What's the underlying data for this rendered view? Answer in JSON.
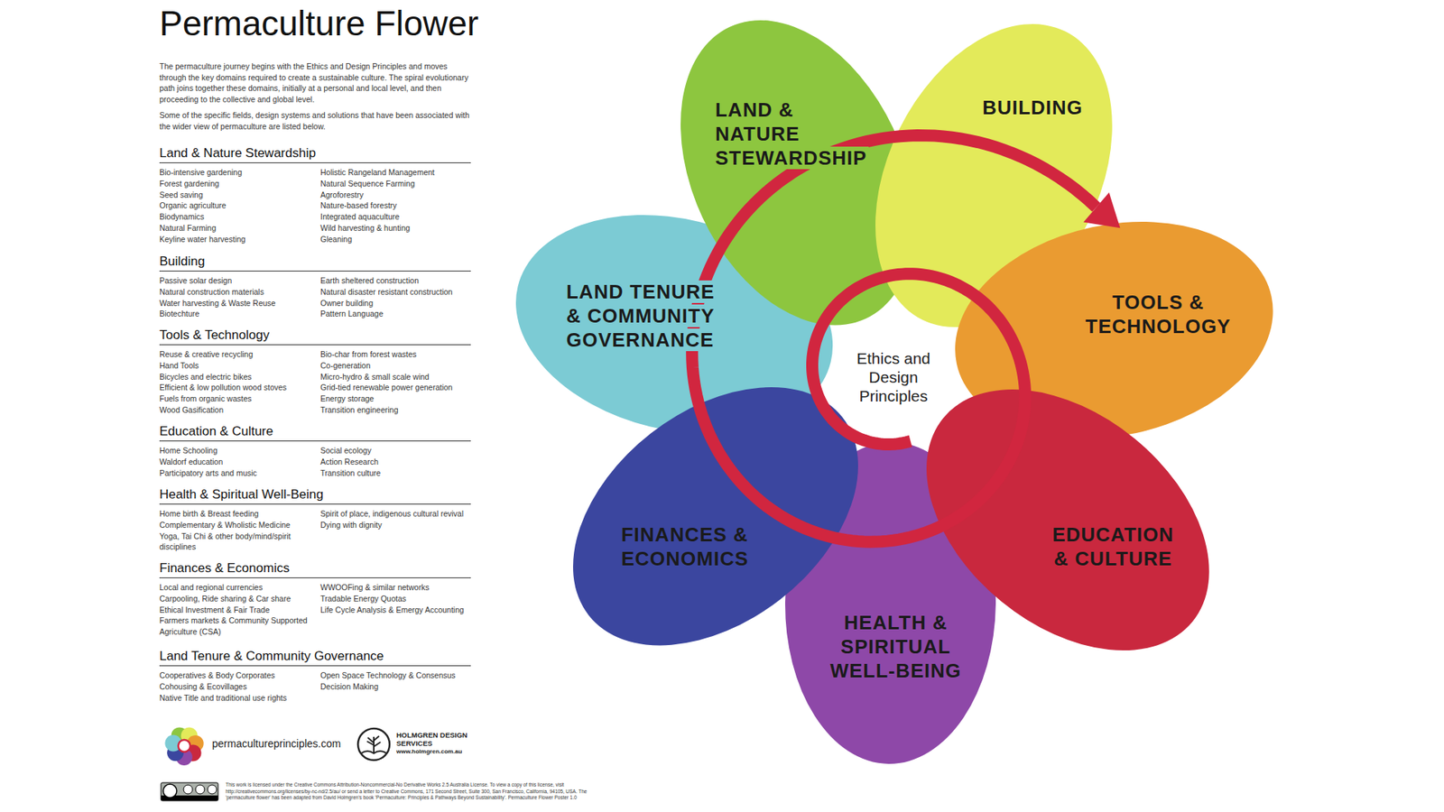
{
  "diagram": {
    "title": "Permaculture Flower",
    "nodes": [
      {
        "text": [
          "Ethics and Design Principles"
        ]
      },
      {
        "text": [
          "LAND & NATURE STEWARDSHIP"
        ]
      },
      {
        "text": [
          "BUILDING"
        ]
      },
      {
        "text": [
          "TOOLS & TECHNOLOGY"
        ]
      },
      {
        "text": [
          "EDUCATION & CULTURE"
        ]
      },
      {
        "text": [
          "HEALTH & SPIRITUAL WELL-BEING"
        ]
      },
      {
        "text": [
          "FINANCES & ECONOMICS"
        ]
      },
      {
        "text": [
          "LAND TENURE & COMMUNITY GOVERNANCE"
        ]
      }
    ],
    "labels": [
      "The permaculture journey begins with the Ethics and Design Principles and moves through the key domains required to create a sustainable culture. The spiral evolutionary path joins together these domains, initially at a personal and local level, and then proceeding to the collective and global level.",
      "Some of the specific fields, design systems and solutions that have been associated with the wider view of permaculture are listed below.",
      "Land & Nature Stewardship",
      "Bio-intensive gardening",
      "Forest gardening",
      "Seed saving",
      "Organic agriculture",
      "Biodynamics",
      "Natural Farming",
      "Keyline water harvesting",
      "Holistic Rangeland Management",
      "Natural Sequence Farming",
      "Agroforestry",
      "Nature-based forestry",
      "Integrated aquaculture",
      "Wild harvesting & hunting",
      "Gleaning",
      "Building",
      "Passive solar design",
      "Natural construction materials",
      "Water harvesting & Waste Reuse",
      "Biotechture",
      "Earth sheltered construction",
      "Natural disaster resistant construction",
      "Owner building",
      "Pattern Language",
      "Tools & Technology",
      "Reuse & creative recycling",
      "Hand Tools",
      "Bicycles and electric bikes",
      "Efficient & low pollution wood stoves",
      "Fuels from organic wastes",
      "Wood Gasification",
      "Bio-char from forest wastes",
      "Co-generation",
      "Micro-hydro & small scale wind",
      "Grid-tied renewable power generation",
      "Energy storage",
      "Transition engineering",
      "Education & Culture",
      "Home Schooling",
      "Waldorf education",
      "Participatory arts and music",
      "Social ecology",
      "Action Research",
      "Transition culture",
      "Health & Spiritual Well-Being",
      "Home birth & Breast feeding",
      "Complementary & Wholistic Medicine",
      "Yoga, Tai Chi & other body/mind/spirit disciplines",
      "Spirit of place, indigenous cultural revival",
      "Dying with dignity",
      "Finances & Economics",
      "Local and regional currencies",
      "Carpooling, Ride sharing & Car share",
      "Ethical Investment & Fair Trade",
      "Farmers markets & Community Supported Agriculture (CSA)",
      "WWOOFing & similar networks",
      "Tradable Energy Quotas",
      "Life Cycle Analysis & Emergy Accounting",
      "Land Tenure & Community Governance",
      "Cooperatives & Body Corporates",
      "Cohousing & Ecovillages",
      "Native Title and traditional use rights",
      "Open Space Technology & Consensus Decision Making",
      "permacultureprinciples.com",
      "HOLMGREN DESIGN SERVICES",
      "www.holmgren.com.au",
      "This work is licensed under the Creative Commons Attribution-Noncommercial-No Derivative Works 2.5 Australia License. To view a copy of this license, visit http://creativecommons.org/licenses/by-nc-nd/2.5/au/ or send a letter to Creative Commons, 171 Second Street, Suite 300, San Francisco, California, 94105, USA. The 'permaculture flower' has been adapted from David Holmgren's book 'Permaculture: Principles & Pathways Beyond Sustainability'. Permaculture Flower Poster 1.0"
    ]
  }
}
